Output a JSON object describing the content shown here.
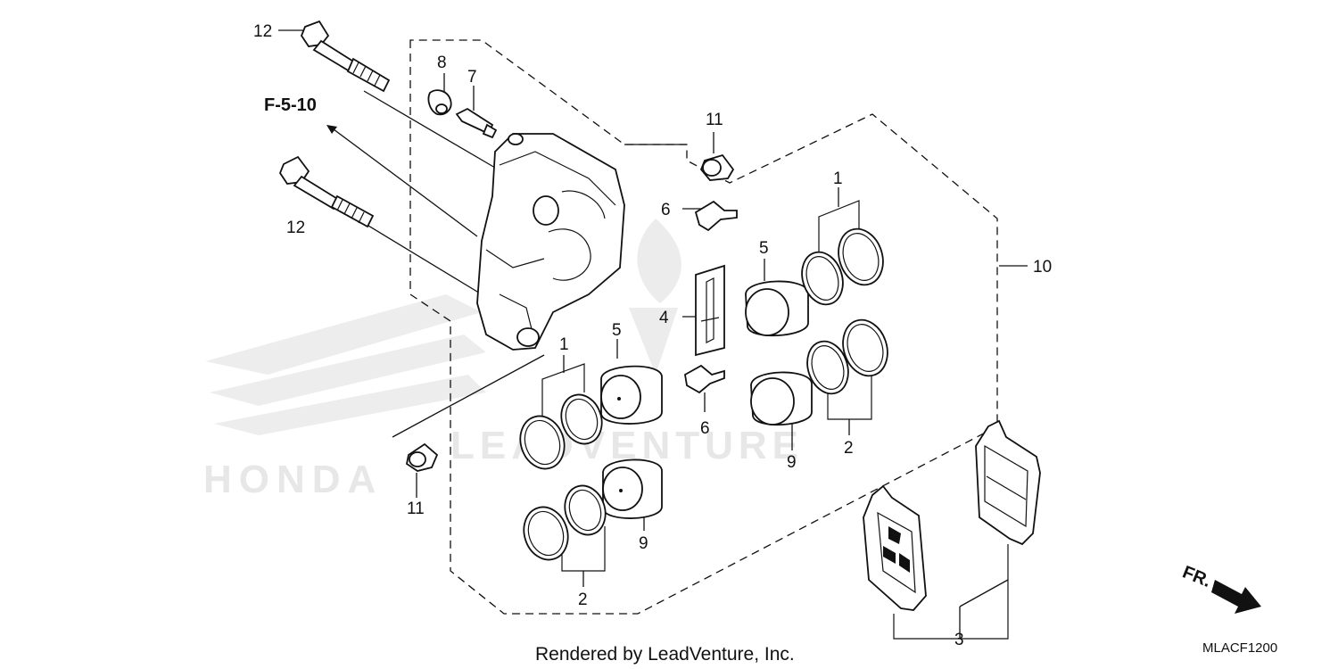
{
  "diagram": {
    "reference": "F-5-10",
    "callouts": {
      "c1a": "1",
      "c1b": "1",
      "c2a": "2",
      "c2b": "2",
      "c3": "3",
      "c4": "4",
      "c5a": "5",
      "c5b": "5",
      "c6a": "6",
      "c6b": "6",
      "c7": "7",
      "c8": "8",
      "c9a": "9",
      "c9b": "9",
      "c10": "10",
      "c11a": "11",
      "c11b": "11",
      "c12a": "12",
      "c12b": "12"
    },
    "watermark_brand": "HONDA",
    "watermark_site": "LEADVENTURE",
    "credit": "Rendered by LeadVenture, Inc.",
    "direction_label": "FR.",
    "diagram_code": "MLACF1200"
  },
  "colors": {
    "line": "#111111",
    "watermark": "#e7e7e7",
    "background": "#ffffff"
  }
}
